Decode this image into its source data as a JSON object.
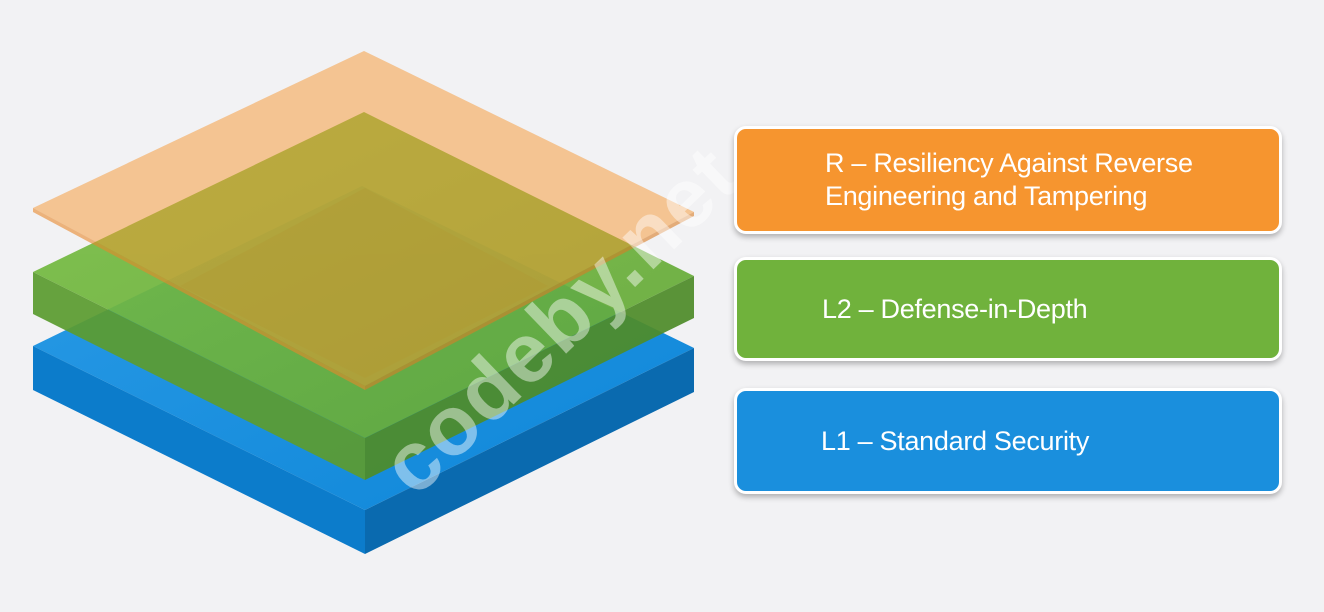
{
  "colors": {
    "background": "#f2f2f4",
    "orange": "#f6952f",
    "green": "#70b23c",
    "blue": "#1a8fdd",
    "watermark": "#ffffff"
  },
  "watermark": {
    "text": "codeby.net"
  },
  "layers": [
    {
      "id": "r",
      "label": "R – Resiliency Against Reverse\nEngineering and Tampering",
      "color": "#f6952f"
    },
    {
      "id": "l2",
      "label": "L2 – Defense-in-Depth",
      "color": "#70b23c"
    },
    {
      "id": "l1",
      "label": "L1 – Standard Security",
      "color": "#1a8fdd"
    }
  ]
}
